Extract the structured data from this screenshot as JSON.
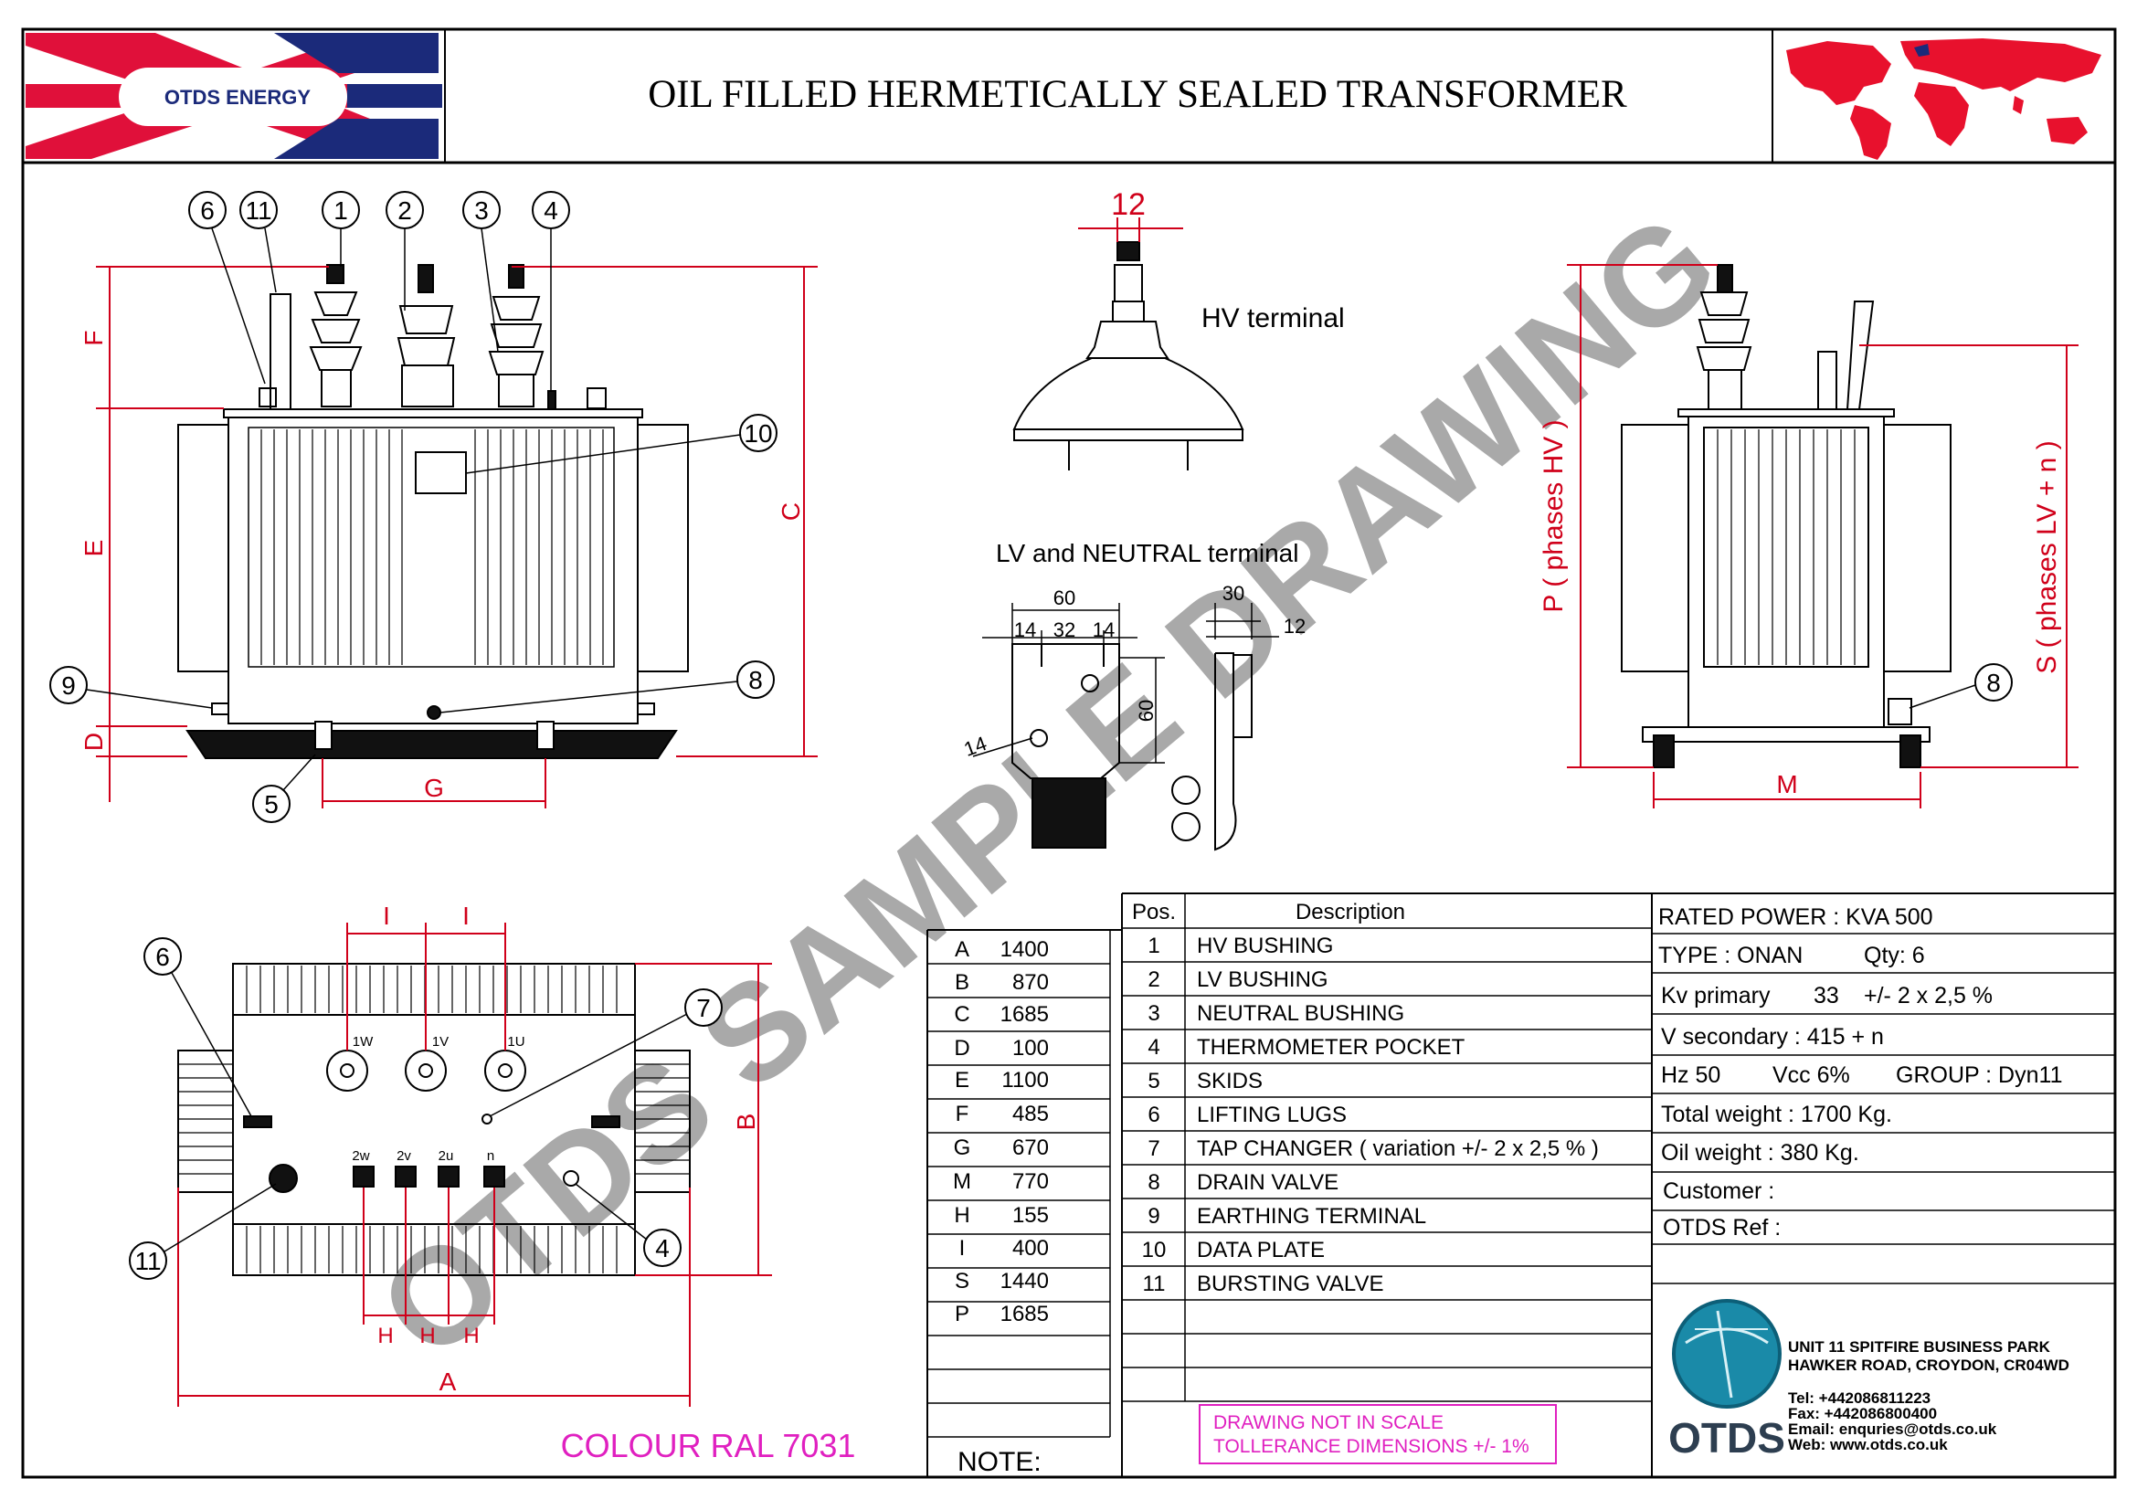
{
  "header": {
    "logo_text": "OTDS ENERGY",
    "title": "OIL FILLED HERMETICALLY SEALED TRANSFORMER"
  },
  "watermark": "OTDS SAMPLE DRAWING",
  "colors": {
    "dimension": "#d0001a",
    "magenta": "#e020c0",
    "line": "#000000",
    "flag_red": "#e0103a",
    "flag_blue": "#1b2a7a",
    "watermark": "#9a9a9a",
    "map_red": "#e8112d"
  },
  "front_view": {
    "callouts": [
      "6",
      "11",
      "1",
      "2",
      "3",
      "4",
      "10",
      "9",
      "8",
      "5"
    ],
    "dims": [
      "F",
      "E",
      "D",
      "C",
      "G"
    ]
  },
  "hv_terminal": {
    "label": "HV terminal",
    "dim": "12"
  },
  "lv_terminal": {
    "label": "LV and NEUTRAL terminal",
    "dims": [
      "60",
      "14",
      "32",
      "14",
      "60",
      "14",
      "30",
      "12"
    ]
  },
  "side_view": {
    "dims": [
      "P  ( phases HV )",
      "S  ( phases LV + n )",
      "M"
    ],
    "callouts": [
      "8"
    ]
  },
  "top_view": {
    "callouts": [
      "6",
      "7",
      "11",
      "4"
    ],
    "dims": [
      "I",
      "I",
      "B",
      "A",
      "H",
      "H",
      "H"
    ],
    "terminals_hv": [
      "1W",
      "1V",
      "1U"
    ],
    "terminals_lv": [
      "2w",
      "2v",
      "2u",
      "n"
    ]
  },
  "colour_note": "COLOUR RAL 7031",
  "dimensions_table": [
    {
      "key": "A",
      "value": "1400"
    },
    {
      "key": "B",
      "value": "870"
    },
    {
      "key": "C",
      "value": "1685"
    },
    {
      "key": "D",
      "value": "100"
    },
    {
      "key": "E",
      "value": "1100"
    },
    {
      "key": "F",
      "value": "485"
    },
    {
      "key": "G",
      "value": "670"
    },
    {
      "key": "M",
      "value": "770"
    },
    {
      "key": "H",
      "value": "155"
    },
    {
      "key": "I",
      "value": "400"
    },
    {
      "key": "S",
      "value": "1440"
    },
    {
      "key": "P",
      "value": "1685"
    }
  ],
  "note_label": "NOTE:",
  "parts_table": {
    "headers": [
      "Pos.",
      "Description"
    ],
    "rows": [
      {
        "pos": "1",
        "desc": "HV BUSHING"
      },
      {
        "pos": "2",
        "desc": "LV BUSHING"
      },
      {
        "pos": "3",
        "desc": "NEUTRAL BUSHING"
      },
      {
        "pos": "4",
        "desc": "THERMOMETER POCKET"
      },
      {
        "pos": "5",
        "desc": "SKIDS"
      },
      {
        "pos": "6",
        "desc": "LIFTING LUGS"
      },
      {
        "pos": "7",
        "desc": "TAP CHANGER   ( variation +/- 2 x 2,5 % )"
      },
      {
        "pos": "8",
        "desc": "DRAIN VALVE"
      },
      {
        "pos": "9",
        "desc": "EARTHING TERMINAL"
      },
      {
        "pos": "10",
        "desc": "DATA PLATE"
      },
      {
        "pos": "11",
        "desc": "BURSTING VALVE"
      }
    ]
  },
  "scale_note": {
    "line1": "DRAWING NOT IN SCALE",
    "line2": "TOLLERANCE DIMENSIONS  +/- 1%"
  },
  "specs": {
    "rated_power": "RATED POWER : KVA  500",
    "type": "TYPE : ONAN",
    "qty": "Qty: 6",
    "kv_primary_label": "Kv primary",
    "kv_primary_value": "33",
    "kv_primary_tap": "+/-  2 x 2,5 %",
    "v_secondary": "V secondary :  415 + n",
    "hz": "Hz 50",
    "vcc": "Vcc 6%",
    "group": "GROUP : Dyn11",
    "total_weight": "Total weight : 1700 Kg.",
    "oil_weight": "Oil weight : 380 Kg.",
    "customer": "Customer :",
    "otds_ref": "OTDS Ref :"
  },
  "company": {
    "address1": "UNIT 11 SPITFIRE BUSINESS PARK",
    "address2": "HAWKER ROAD, CROYDON, CR04WD",
    "tel": "Tel: +442086811223",
    "fax": "Fax: +442086800400",
    "email": "Email: enquries@otds.co.uk",
    "web": "Web: www.otds.co.uk",
    "logo_text": "OTDS"
  }
}
